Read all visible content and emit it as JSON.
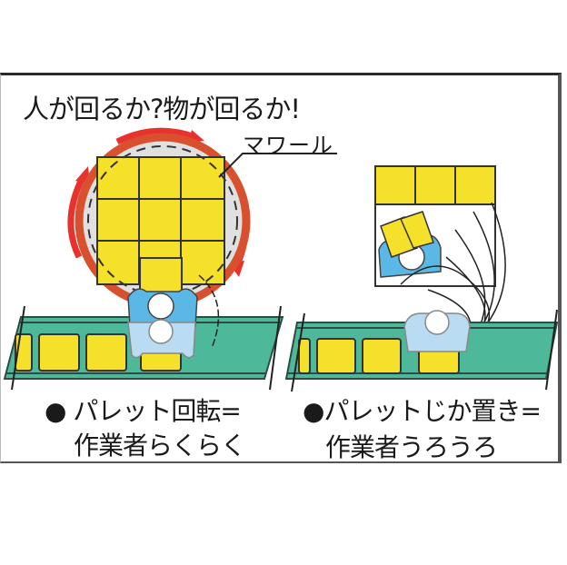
{
  "headline": "人が回るか?物が回るか!",
  "device_label": "マワール",
  "left_panel": {
    "bullet": "●",
    "caption_line1": "パレット回転=",
    "caption_line2": "作業者らくらく"
  },
  "right_panel": {
    "bullet": "●",
    "caption_line1": "パレットじか置き=",
    "caption_line2": "作業者うろうろ"
  },
  "colors": {
    "pallet_yellow": "#f5e12a",
    "conveyor_green": "#4db89a",
    "rotation_red": "#e8322e",
    "turntable_ring": "#d9502f",
    "worker_blue": "#5bb8e6",
    "worker_ghost_blue": "#b9dcf2",
    "frame": "#2a2a2a"
  }
}
